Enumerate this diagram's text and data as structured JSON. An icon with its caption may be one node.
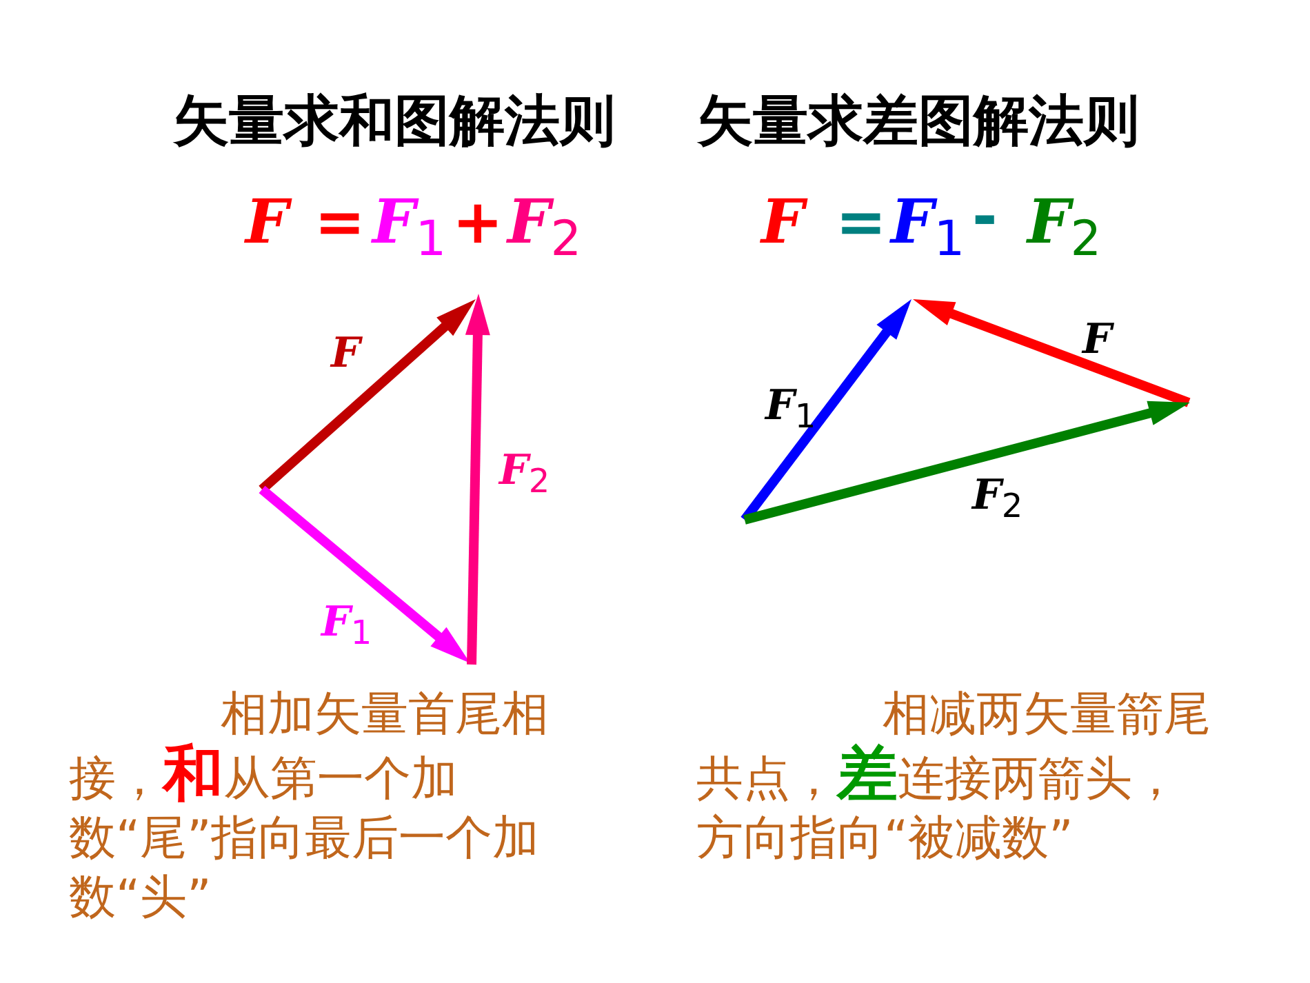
{
  "diagram": {
    "labels": [
      "矢量求和图解法则",
      "矢量求差图解法则",
      "F",
      "=",
      "F$_{1}$",
      "+",
      "F$_{2}$",
      "F",
      "=",
      "F$_{1}$",
      "-",
      "F$_{2}$",
      "F",
      "F$_{2}$",
      "F$_{1}$",
      "F",
      "F$_{1}$",
      "F$_{2}$",
      "相加矢量首尾相接，**和**从第一个加数“尾”指向最后一个加数“头”",
      "相减两矢量箭尾共点，**差**连接两箭头，方向指向“被减数”"
    ]
  }
}
